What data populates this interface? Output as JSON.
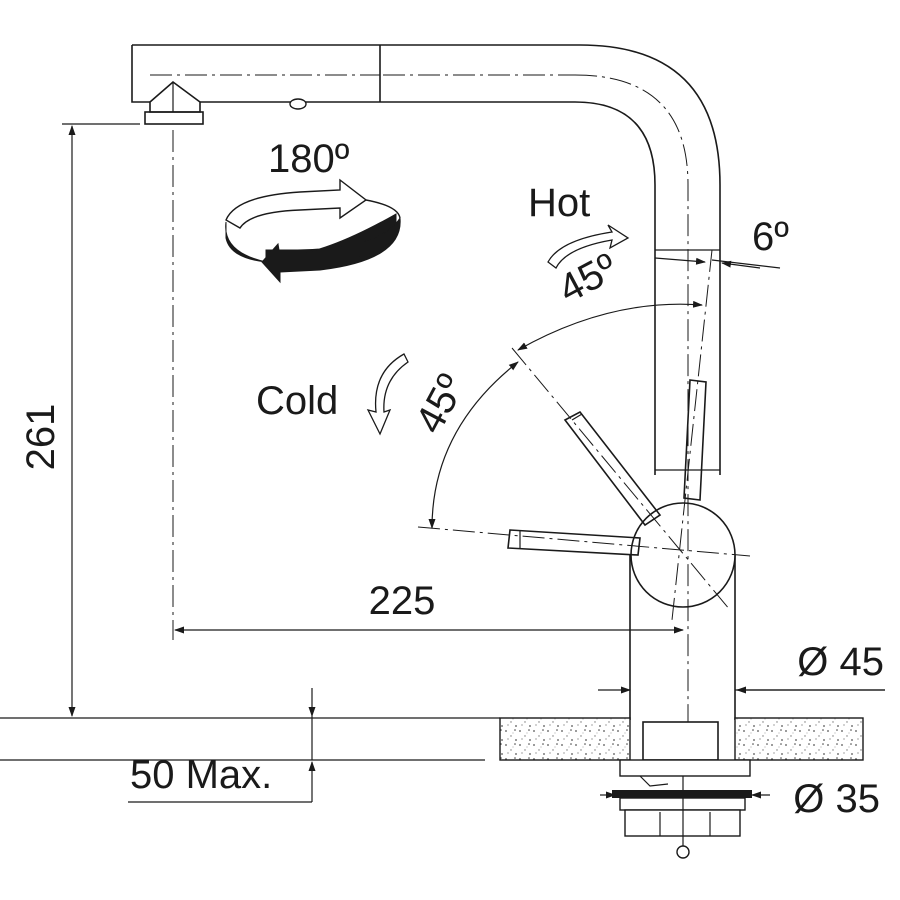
{
  "labels": {
    "rotation": "180º",
    "hot": "Hot",
    "cold": "Cold",
    "angle_small": "6º",
    "angle_hot": "45º",
    "angle_cold": "45º",
    "height": "261",
    "reach": "225",
    "tube_diameter": "Ø 45",
    "mount_diameter": "Ø 35",
    "counter_thickness": "50 Max."
  },
  "colors": {
    "line": "#1a1a1a",
    "background": "#ffffff",
    "arrow_fill": "#1a1a1a"
  }
}
